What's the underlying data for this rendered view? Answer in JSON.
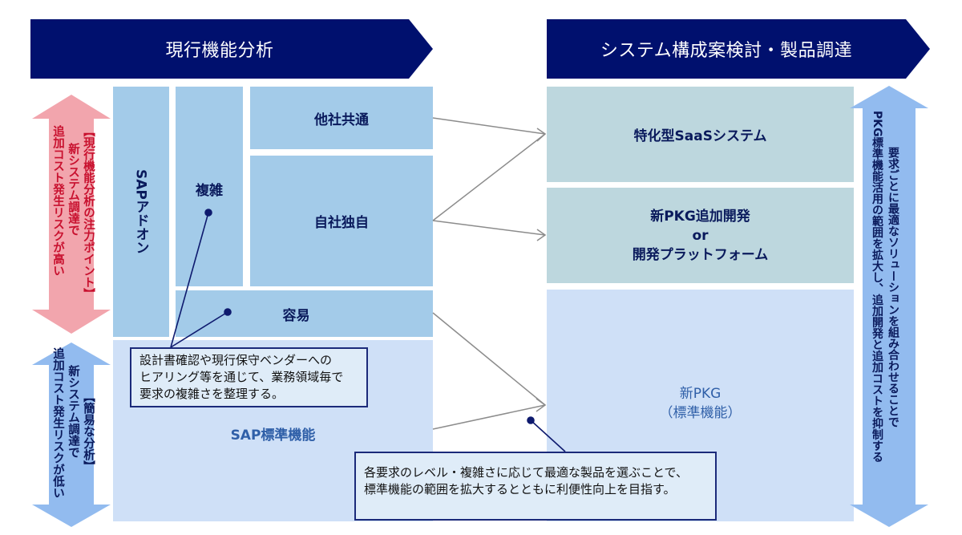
{
  "colors": {
    "banner": "#00106e",
    "box_mid": "#a3cbe9",
    "box_light": "#cfe0f7",
    "box_teal": "#bdd7de",
    "text_dark": "#0a1a5c",
    "text_blue": "#2f5fa8",
    "risk_high_arrow": "#f2a5ad",
    "risk_high_text": "#c8102e",
    "risk_low_arrow": "#92bbef",
    "connector_gray": "#8c8c8c",
    "callout_border": "#1b2a7a"
  },
  "headers": {
    "left": "現行機能分析",
    "right": "システム構成案検討・製品調達"
  },
  "current_analysis": {
    "sap_addon": "SAPアドオン",
    "complex": "複雑",
    "other_company_common": "他社共通",
    "own_company_unique": "自社独自",
    "easy": "容易",
    "sap_standard": "SAP標準機能"
  },
  "proposals": {
    "saas": "特化型SaaSシステム",
    "pkg_dev_line1": "新PKG追加開発",
    "pkg_dev_line2": "or",
    "pkg_dev_line3": "開発プラットフォーム",
    "pkg_std_line1": "新PKG",
    "pkg_std_line2": "（標準機能）"
  },
  "callouts": {
    "analysis": {
      "lines": [
        "設計書確認や現行保守ベンダーへの",
        "ヒアリング等を通じて、業務領域毎で",
        "要求の複雑さを整理する。"
      ]
    },
    "selection": {
      "lines": [
        "各要求のレベル・複雑さに応じて最適な製品を選ぶことで、",
        "標準機能の範囲を拡大するとともに利便性向上を目指す。"
      ]
    }
  },
  "side_arrows": {
    "high_risk": {
      "line1": "【現行機能分析の注力ポイント】",
      "line2": "新システム調達で",
      "line3": "追加コスト発生リスクが高い"
    },
    "low_risk": {
      "line1": "【簡易な分析】",
      "line2": "新システム調達で",
      "line3": "追加コスト発生リスクが低い"
    },
    "right": {
      "line1": "要求ごとに最適なソリューションを組み合わせることで",
      "line2": "PKG標準機能活用の範囲を拡大し、追加開発と追加コストを抑制する"
    }
  }
}
